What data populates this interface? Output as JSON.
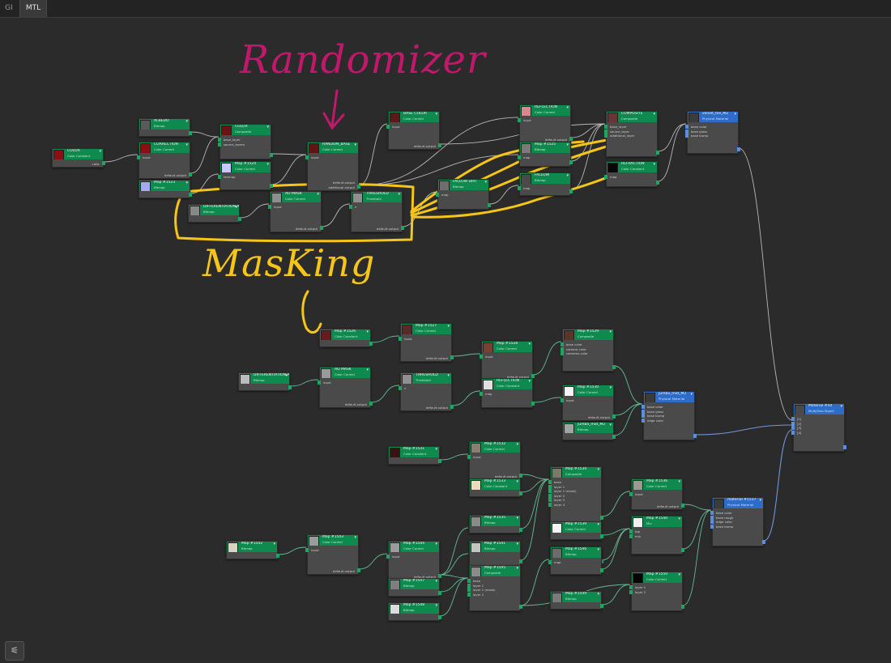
{
  "tabs": [
    {
      "label": "GI",
      "active": false
    },
    {
      "label": "MTL",
      "active": true
    }
  ],
  "annotations": {
    "randomizer": "Randomizer",
    "masking": "MasKing",
    "color_magenta": "#c2186b",
    "color_yellow": "#f5c518"
  },
  "colors": {
    "node_header": "#0f8a4e",
    "output_header": "#2d6cc8",
    "canvas": "#2b2b2b"
  },
  "nodes": [
    {
      "id": "n_color_l",
      "title": "COLOR",
      "subtitle": "Color Constant",
      "swatch": "#8b0f14",
      "inputs": [],
      "outputs": [
        "color"
      ]
    },
    {
      "id": "n_albedo_top",
      "title": "ALBEDO",
      "subtitle": "Bitmap",
      "swatch": "#5a5a5a",
      "inputs": [],
      "outputs": []
    },
    {
      "id": "n_correction",
      "title": "CORRECTION",
      "subtitle": "Color Correct",
      "swatch": "#8b0f14",
      "inputs": [
        "input"
      ],
      "outputs": [
        "default output"
      ]
    },
    {
      "id": "n_bitmap_blue",
      "title": "Map #1523",
      "subtitle": "Bitmap",
      "swatch": "#a8a8f0",
      "inputs": [],
      "outputs": []
    },
    {
      "id": "n_color2",
      "title": "COLOR",
      "subtitle": "Composite",
      "swatch": "#6b1216",
      "inputs": [
        "base_layer",
        "source_layers"
      ],
      "outputs": []
    },
    {
      "id": "n_bitmap_lav",
      "title": "Map #1524",
      "subtitle": "Color Correct",
      "swatch": "#c9c9ff",
      "inputs": [
        "texmap"
      ],
      "outputs": []
    },
    {
      "id": "n_random",
      "title": "RANDOM_BASE",
      "subtitle": "Color Correct",
      "swatch": "#5e1518",
      "inputs": [
        "input"
      ],
      "outputs": [
        "default output",
        "additional output"
      ]
    },
    {
      "id": "n_basecolor",
      "title": "BASE COLOR",
      "subtitle": "Color Correct",
      "swatch": "#5a1a1c",
      "inputs": [
        "input"
      ],
      "outputs": [
        "default output"
      ]
    },
    {
      "id": "n_reflection",
      "title": "REFLECTION",
      "subtitle": "Color Correct",
      "swatch": "#d58a8f",
      "inputs": [
        "input"
      ],
      "outputs": [
        "default output"
      ]
    },
    {
      "id": "n_refl_map",
      "title": "Map #1525",
      "subtitle": "Bitmap",
      "swatch": "#7a7a7a",
      "inputs": [
        "map"
      ],
      "outputs": []
    },
    {
      "id": "n_composite_top",
      "title": "COMPOSITE",
      "subtitle": "Composite",
      "swatch": "#6b3436",
      "inputs": [
        "base_layer",
        "source_layer",
        "additional_layer"
      ],
      "outputs": []
    },
    {
      "id": "n_refraction",
      "title": "REFRACTION",
      "subtitle": "Color Constant",
      "swatch": "#080808",
      "inputs": [
        "map"
      ],
      "outputs": []
    },
    {
      "id": "n_velvet",
      "title": "velvet_tile_M2",
      "subtitle": "Physical Material",
      "swatch": "#3b3b3b",
      "inputs": [
        "base color",
        "base gloss",
        "base bump"
      ],
      "outputs": []
    },
    {
      "id": "n_diff_alpha",
      "title": "DIFFERENTIATION ALPHA",
      "subtitle": "Bitmap",
      "swatch": "#888888",
      "inputs": [],
      "outputs": []
    },
    {
      "id": "n_ao_mask",
      "title": "AO MASK",
      "subtitle": "Color Correct",
      "swatch": "#8e8e8e",
      "inputs": [
        "input"
      ],
      "outputs": [
        "default output"
      ]
    },
    {
      "id": "n_threshold",
      "title": "THRESHOLD",
      "subtitle": "Threshold",
      "swatch": "#8e8e8e",
      "inputs": [
        "x"
      ],
      "outputs": [
        "default output"
      ]
    },
    {
      "id": "n_fallow_top",
      "title": "FALLOW DIRT",
      "subtitle": "Bitmap",
      "swatch": "#6e6e6e",
      "inputs": [
        "map"
      ],
      "outputs": []
    },
    {
      "id": "n_fallow_b",
      "title": "FALLOW",
      "subtitle": "Bitmap",
      "swatch": "#4a4a4a",
      "inputs": [
        "map"
      ],
      "outputs": []
    },
    {
      "id": "g2_color",
      "title": "Map #1526",
      "subtitle": "Color Constant",
      "swatch": "#6a1a1a",
      "inputs": [],
      "outputs": []
    },
    {
      "id": "g2_cc",
      "title": "Map #1527",
      "subtitle": "Color Correct",
      "swatch": "#5a2a2a",
      "inputs": [
        "input"
      ],
      "outputs": [
        "default output"
      ]
    },
    {
      "id": "g2_cc2",
      "title": "Map #1528",
      "subtitle": "Color Correct",
      "swatch": "#7a4035",
      "inputs": [
        "input"
      ],
      "outputs": [
        "default output"
      ]
    },
    {
      "id": "g2_comp",
      "title": "Map #1529",
      "subtitle": "Composite",
      "swatch": "#5a3528",
      "inputs": [
        "base color",
        "camera color",
        "cameras color"
      ],
      "outputs": []
    },
    {
      "id": "g2_diff",
      "title": "DIFFERENTIATION ALPHA",
      "subtitle": "Bitmap",
      "swatch": "#bcbcbc",
      "inputs": [],
      "outputs": []
    },
    {
      "id": "g2_ao",
      "title": "AO MASK",
      "subtitle": "Color Correct",
      "swatch": "#9a9a9a",
      "inputs": [
        "input"
      ],
      "outputs": [
        "default output"
      ]
    },
    {
      "id": "g2_thr",
      "title": "THRESHOLD",
      "subtitle": "Threshold",
      "swatch": "#8f8f8f",
      "inputs": [
        "x"
      ],
      "outputs": [
        "default output"
      ]
    },
    {
      "id": "g2_refl",
      "title": "REFLECTION",
      "subtitle": "Color Constant",
      "swatch": "#e0e0e0",
      "inputs": [
        "map"
      ],
      "outputs": []
    },
    {
      "id": "g2_white",
      "title": "Map #1530",
      "subtitle": "Color Correct",
      "swatch": "#f4f4f4",
      "inputs": [
        "input"
      ],
      "outputs": [
        "default output"
      ]
    },
    {
      "id": "g2_jumbo",
      "title": "jumbo_mat_M2",
      "subtitle": "Bitmap",
      "swatch": "#9fa5a0",
      "inputs": [],
      "outputs": []
    },
    {
      "id": "g2_mat",
      "title": "jumbo_mat_M2",
      "subtitle": "Physical Material",
      "swatch": "#3b3b3b",
      "inputs": [
        "base color",
        "base gloss",
        "base bump",
        "edge color"
      ],
      "outputs": []
    },
    {
      "id": "n_output",
      "title": "Material #50",
      "subtitle": "Multi/Sub-Object",
      "swatch": "#4a4a4a",
      "inputs": [
        "[1]",
        "[2]",
        "[3]",
        "[4]"
      ],
      "outputs": []
    },
    {
      "id": "g3_color",
      "title": "Map #1531",
      "subtitle": "Color Constant",
      "swatch": "#3a1212",
      "inputs": [],
      "outputs": []
    },
    {
      "id": "g3_cc",
      "title": "Map #1532",
      "subtitle": "Color Correct",
      "swatch": "#8a7d73",
      "inputs": [
        "input"
      ],
      "outputs": [
        "default output"
      ]
    },
    {
      "id": "g3_beige",
      "title": "Map #1533",
      "subtitle": "Color Constant",
      "swatch": "#e9dcc2",
      "inputs": [],
      "outputs": []
    },
    {
      "id": "g3_comp",
      "title": "Map #1534",
      "subtitle": "Composite",
      "swatch": "#7a7a6a",
      "inputs": [
        "base",
        "layer 1",
        "layer 1 (mask)",
        "layer 2",
        "layer 3",
        "layer 4"
      ],
      "outputs": []
    },
    {
      "id": "g3_bmp_a",
      "title": "Map #1535",
      "subtitle": "Bitmap",
      "swatch": "#8a8a8a",
      "inputs": [],
      "outputs": []
    },
    {
      "id": "g3_cc2",
      "title": "Map #1536",
      "subtitle": "Color Correct",
      "swatch": "#9a9a90",
      "inputs": [
        "input"
      ],
      "outputs": [
        "default output"
      ]
    },
    {
      "id": "g3_mat",
      "title": "material #1537",
      "subtitle": "Physical Material",
      "swatch": "#3b3b3b",
      "inputs": [
        "base color",
        "base rough",
        "edge color",
        "base bump"
      ],
      "outputs": []
    },
    {
      "id": "g3_bmp_b",
      "title": "Map #1538",
      "subtitle": "Bitmap",
      "swatch": "#9a9a9a",
      "inputs": [],
      "outputs": []
    },
    {
      "id": "g3_white",
      "title": "Map #1539",
      "subtitle": "Color Correct",
      "swatch": "#f5f5f5",
      "inputs": [],
      "outputs": []
    },
    {
      "id": "g3_mix",
      "title": "Map #1540",
      "subtitle": "Mix",
      "swatch": "#f0f0f0",
      "inputs": [
        "top",
        "mix"
      ],
      "outputs": []
    },
    {
      "id": "g3_grad",
      "title": "Map #1541",
      "subtitle": "Bitmap",
      "swatch": "#c4c4c4",
      "inputs": [],
      "outputs": []
    },
    {
      "id": "g3_noise_src",
      "title": "Map #1542",
      "subtitle": "Bitmap",
      "swatch": "#d8d4c0",
      "inputs": [],
      "outputs": []
    },
    {
      "id": "g3_noise1",
      "title": "Map #1543",
      "subtitle": "Color Correct",
      "swatch": "#9b9b9b",
      "inputs": [
        "input"
      ],
      "outputs": [
        "default output"
      ]
    },
    {
      "id": "g3_noise2",
      "title": "Map #1544",
      "subtitle": "Color Correct",
      "swatch": "#9b9b9b",
      "inputs": [
        "input"
      ],
      "outputs": [
        "default output"
      ]
    },
    {
      "id": "g3_comp2",
      "title": "Map #1545",
      "subtitle": "Composite",
      "swatch": "#8b8b8b",
      "inputs": [
        "base",
        "layer 1",
        "layer 1 (mask)",
        "layer 2"
      ],
      "outputs": []
    },
    {
      "id": "g3_dark",
      "title": "Map #1546",
      "subtitle": "Bitmap",
      "swatch": "#6c6c6c",
      "inputs": [
        "map"
      ],
      "outputs": []
    },
    {
      "id": "g3_bmp_c",
      "title": "Map #1547",
      "subtitle": "Bitmap",
      "swatch": "#7e7e7e",
      "inputs": [],
      "outputs": []
    },
    {
      "id": "g3_bmp_d",
      "title": "Map #1548",
      "subtitle": "Bitmap",
      "swatch": "#dcdcdc",
      "inputs": [],
      "outputs": []
    },
    {
      "id": "g3_bmp_e",
      "title": "Map #1549",
      "subtitle": "Bitmap",
      "swatch": "#7a7a7a",
      "inputs": [],
      "outputs": []
    },
    {
      "id": "g3_black",
      "title": "Map #1550",
      "subtitle": "Color Correct",
      "swatch": "#050505",
      "inputs": [
        "layer 1",
        "layer 2"
      ],
      "outputs": []
    }
  ]
}
